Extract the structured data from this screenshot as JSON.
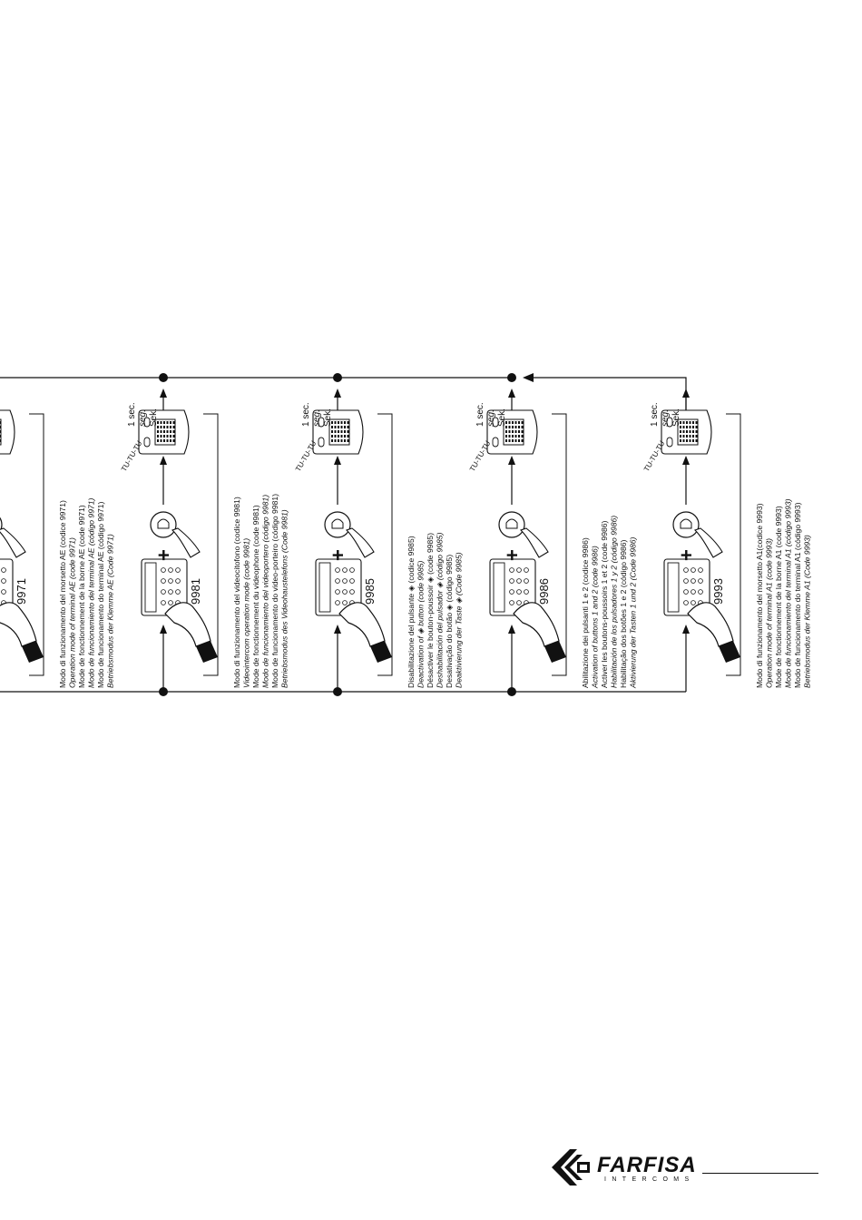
{
  "diagram": {
    "steps": [
      {
        "code": "9971",
        "lines": [
          {
            "text": "Modo di funzionamento del morsetto AE (codice 9971)",
            "italic": false
          },
          {
            "text": "Operation mode of terminal AE (code 9971)",
            "italic": true
          },
          {
            "text": "Mode de fonctionnement de la borne AE (code 9971)",
            "italic": false
          },
          {
            "text": "Modo de funcionamiento del terminal AE (código 9971)",
            "italic": true
          },
          {
            "text": "Modo de funcionamento do terminal AE (código 9971)",
            "italic": false
          },
          {
            "text": "Betriebsmodus der Klemme AE (Code 9971)",
            "italic": true
          }
        ]
      },
      {
        "code": "9981",
        "lines": [
          {
            "text": "Modo di funzionamento del videocitofono (codice 9981)",
            "italic": false
          },
          {
            "text": "Videointercom operation mode (code 9981)",
            "italic": true
          },
          {
            "text": "Mode de fonctionnement du videophone (code 9981)",
            "italic": false
          },
          {
            "text": "Modo de funcionamiento del videoportero (código 9981)",
            "italic": true
          },
          {
            "text": "Modo de funcionamento do video-porteiro (código 9981)",
            "italic": false
          },
          {
            "text": "Betriebsmodus des Videohaustelefons (Code 9981)",
            "italic": true
          }
        ]
      },
      {
        "code": "9985",
        "lines": [
          {
            "text": "Disabilitazione del pulsante ◈ (codice 9985)",
            "italic": false
          },
          {
            "text": "Deactivation of ◈ button (code 9985)",
            "italic": true
          },
          {
            "text": "Désactiver le bouton-poussoir ◈ (code 9985)",
            "italic": false
          },
          {
            "text": "Deshabilitación del pulsador ◈ (código 9985)",
            "italic": true
          },
          {
            "text": "Desativação do botão ◈ (código 9985)",
            "italic": false
          },
          {
            "text": "Deaktivierung der Taste ◈ (Code 9985)",
            "italic": true
          }
        ]
      },
      {
        "code": "9986",
        "lines": [
          {
            "text": "Abilitazione dei pulsanti 1 e 2 (codice 9986)",
            "italic": false
          },
          {
            "text": "Activation of buttons 1 and 2 (code 9986)",
            "italic": true
          },
          {
            "text": "Activer les boutons-poussoirs 1 et 2 (code 9986)",
            "italic": false
          },
          {
            "text": "Habilitación de los pulsadores 1 y 2 (código 9986)",
            "italic": true
          },
          {
            "text": "Habilitação dos botões 1 e 2 (código 9986)",
            "italic": false
          },
          {
            "text": "Aktivierung der Tasten 1 und 2 (Code 9986)",
            "italic": true
          }
        ]
      },
      {
        "code": "9993",
        "lines": [
          {
            "text": "Modo di funzionamento del morsetto A1(codice 9993)",
            "italic": false
          },
          {
            "text": "Operation mode of terminal A1 (code 9993)",
            "italic": true
          },
          {
            "text": "Mode de fonctionnement de la borne A1 (code 9993)",
            "italic": false
          },
          {
            "text": "Modo de funcionamiento del terminal A1 (código 9993)",
            "italic": true
          },
          {
            "text": "Modo de funcionamento do terminal A1 (código 9993)",
            "italic": false
          },
          {
            "text": "Betriebsmodus der Klemme A1 (Code 9993)",
            "italic": true
          }
        ]
      }
    ],
    "timer": {
      "sec": "1 sec.",
      "seg": "seg.",
      "sek": "Sek."
    },
    "tone": "TU-TU-TU",
    "plus": "+"
  },
  "logo": {
    "brand": "FARFISA",
    "subtitle": "INTERCOMS"
  }
}
